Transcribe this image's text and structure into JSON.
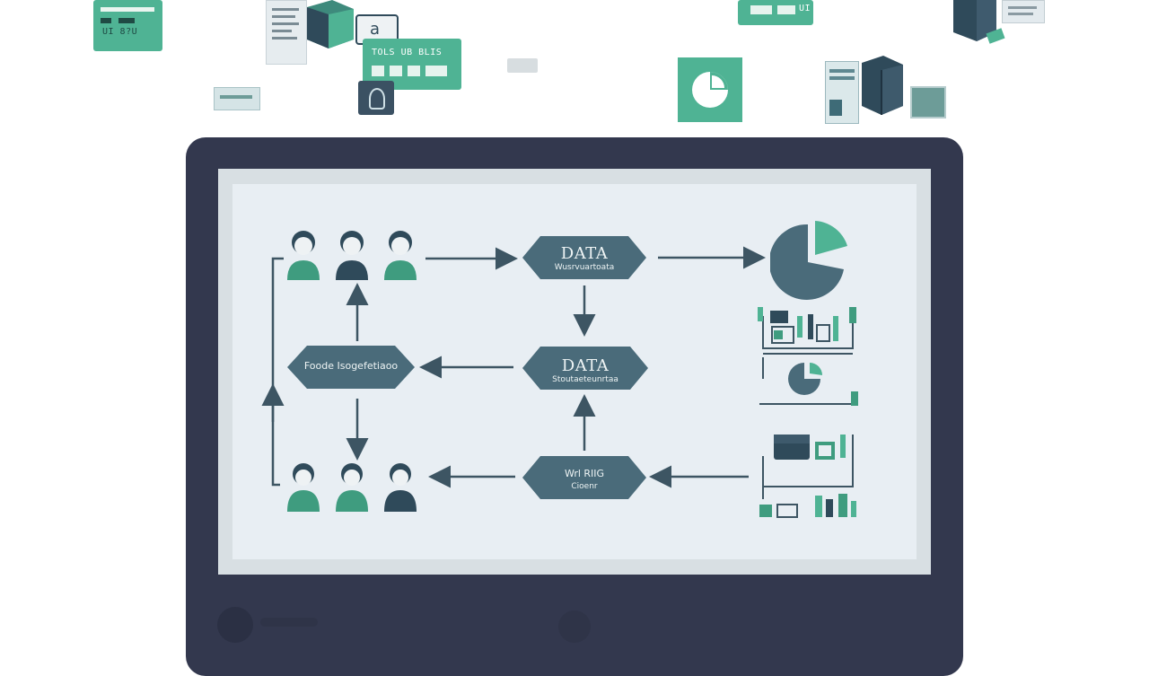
{
  "floating_cards": {
    "top_card_text": "TOLS UB BLIS",
    "left_badge_text": "UI 8?U",
    "top_right_card_text": "UI"
  },
  "diagram": {
    "node_data_top": {
      "title": "DATA",
      "subtitle": "Wusrvuartoata"
    },
    "node_data_mid": {
      "title": "DATA",
      "subtitle": "Stoutaeteunrtaa"
    },
    "node_left": {
      "title": "Foode Isogefetiaoo"
    },
    "node_bottom": {
      "title": "Wrl RIIG",
      "subtitle": "Cioenr"
    }
  },
  "colors": {
    "teal": "#4fb394",
    "slate": "#4a6b7a",
    "dark": "#33384e",
    "screen": "#e8eef3",
    "arrow": "#3d5563"
  },
  "icons": {
    "user_group_top": "users-icon",
    "user_group_bottom": "users-icon",
    "pie_chart": "pie-chart-icon",
    "dashboard_top": "dashboard-icon",
    "dashboard_bottom": "server-dashboard-icon"
  }
}
